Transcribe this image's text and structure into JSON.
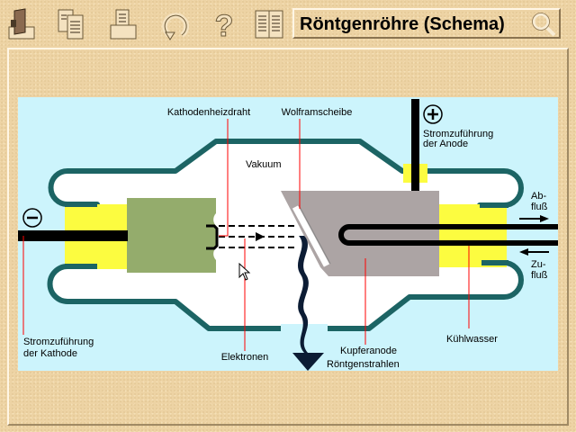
{
  "toolbar": {
    "buttons": [
      {
        "icon": "exit-icon"
      },
      {
        "icon": "copy-pages-icon"
      },
      {
        "icon": "print-icon"
      },
      {
        "icon": "reload-icon"
      },
      {
        "icon": "help-icon"
      },
      {
        "icon": "book-icon"
      }
    ],
    "title": "Röntgenröhre (Schema)",
    "search_icon": "magnifier-icon"
  },
  "diagram": {
    "labels": {
      "kathodenheizdraht": "Kathodenheizdraht",
      "wolframscheibe": "Wolframscheibe",
      "vakuum": "Vakuum",
      "elektronen": "Elektronen",
      "kathode_line1": "Stromzuführung",
      "kathode_line2": "der Kathode",
      "anode_line1": "Stromzuführung",
      "anode_line2": "der Anode",
      "kupferanode": "Kupferanode",
      "roentgenstrahlen": "Röntgenstrahlen",
      "kuehlwasser": "Kühlwasser",
      "abfluss_line1": "Ab-",
      "abfluss_line2": "fluß",
      "zufluss_line1": "Zu-",
      "zufluss_line2": "fluß"
    },
    "colors": {
      "background": "#ccf4fc",
      "glass": "#1c6464",
      "insulator": "#fcfc40",
      "cathode": "#94ac6c",
      "anode": "#aca4a4",
      "xray": "#0c1c34",
      "pointer_line": "#ff0000"
    }
  }
}
